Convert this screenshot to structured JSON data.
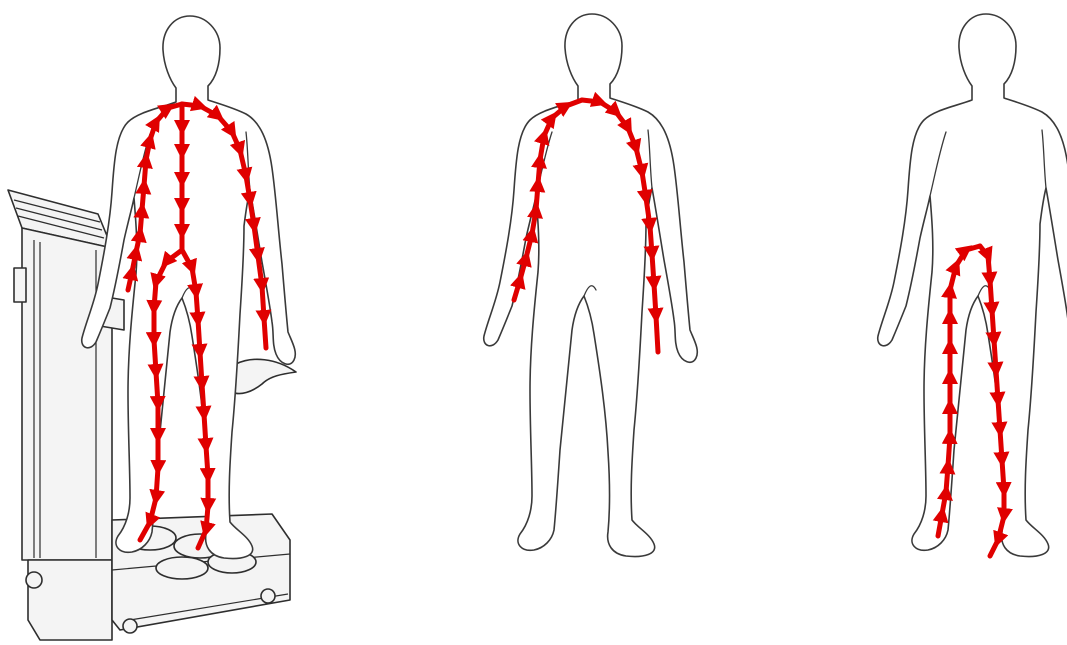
{
  "colors": {
    "current_path": "#e00000",
    "outline": "#3a3a3a",
    "background": "#ffffff"
  },
  "figures": [
    {
      "id": "whole-body",
      "measurement_paths": [
        "arm-left",
        "arm-right",
        "trunk",
        "leg-left",
        "leg-right"
      ],
      "with_device": true
    },
    {
      "id": "arm-to-arm",
      "measurement_paths": [
        "arm-left",
        "arm-right"
      ],
      "with_device": false
    },
    {
      "id": "leg-to-leg",
      "measurement_paths": [
        "leg-left",
        "leg-right"
      ],
      "with_device": false
    }
  ],
  "icons": [
    "body-composition-analyzer-icon",
    "human-figure-icon",
    "current-arrow-icon"
  ]
}
